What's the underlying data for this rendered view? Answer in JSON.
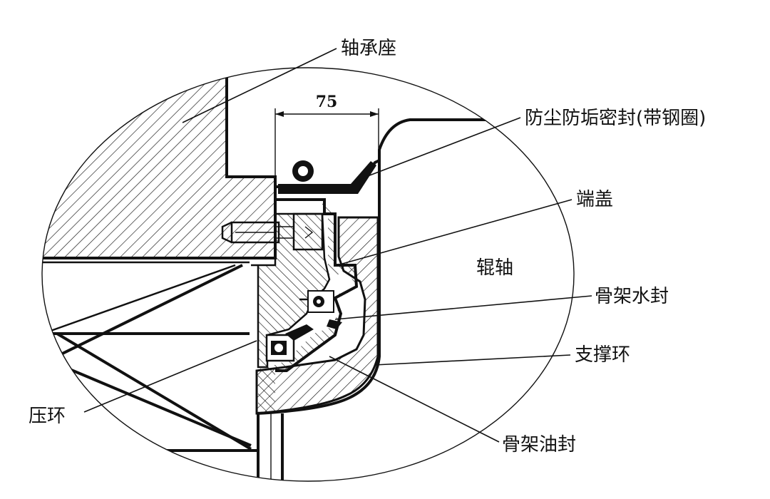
{
  "labels": {
    "bearing_housing": "轴承座",
    "dust_seal": "防尘防垢密封(带钢圈)",
    "end_cover": "端盖",
    "roller_shaft": "辊轴",
    "water_seal": "骨架水封",
    "support_ring": "支撑环",
    "press_ring": "压环",
    "oil_seal": "骨架油封"
  },
  "dimension": {
    "value": "75"
  }
}
